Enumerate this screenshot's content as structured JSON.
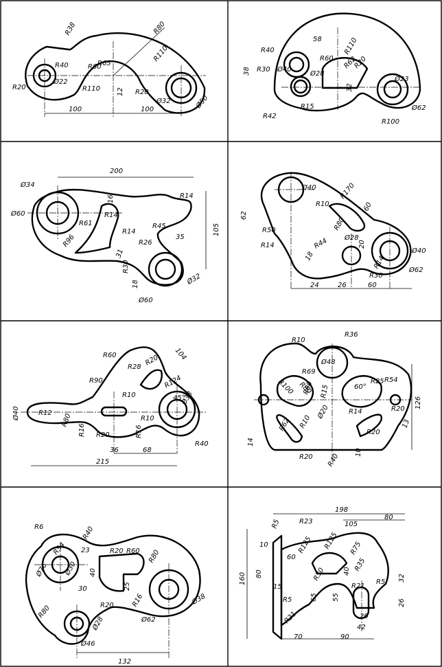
{
  "panels": [
    {
      "id": "p1",
      "labels": [
        "R38",
        "R80",
        "R40",
        "R65",
        "R60",
        "R110",
        "Ø22",
        "R110",
        "R20",
        "R20",
        "12",
        "Ø32",
        "Ø50",
        "100",
        "100"
      ]
    },
    {
      "id": "p2",
      "labels": [
        "58",
        "R110",
        "R40",
        "R60",
        "R62",
        "R30",
        "Ø40",
        "R20",
        "38",
        "Ø28",
        "Ø23",
        "32",
        "R15",
        "R42",
        "R100",
        "Ø62"
      ]
    },
    {
      "id": "p3",
      "labels": [
        "200",
        "Ø34",
        "R14",
        "16",
        "Ø60",
        "R61",
        "R14",
        "R45",
        "R14",
        "R96",
        "R26",
        "35",
        "105",
        "31",
        "R30",
        "18",
        "Ø32",
        "Ø60"
      ]
    },
    {
      "id": "p4",
      "labels": [
        "Ø40",
        "R170",
        "60",
        "R10",
        "R80",
        "62",
        "R50",
        "Ø28",
        "R14",
        "R44",
        "18",
        "20",
        "Ø40",
        "R30",
        "R14",
        "Ø62",
        "24",
        "26",
        "60"
      ]
    },
    {
      "id": "p5",
      "labels": [
        "104",
        "R60",
        "R28",
        "R20",
        "R90",
        "R124",
        "R10",
        "45°",
        "Ø38",
        "Ø40",
        "R12",
        "R80",
        "R16",
        "R10",
        "R16",
        "R20",
        "R40",
        "36",
        "68",
        "215"
      ]
    },
    {
      "id": "p6",
      "labels": [
        "R10",
        "R36",
        "Ø48",
        "R69",
        "R100",
        "R80",
        "R60",
        "R15",
        "60°",
        "R54",
        "R25",
        "R20",
        "R14",
        "126",
        "R62",
        "R10",
        "R20",
        "Ø20",
        "13",
        "14",
        "R20",
        "R40",
        "10"
      ]
    },
    {
      "id": "p7",
      "labels": [
        "R6",
        "R40",
        "R54",
        "Ø76",
        "Ø30",
        "23",
        "R20",
        "R60",
        "R80",
        "40",
        "25",
        "30",
        "R80",
        "R20",
        "R16",
        "Ø38",
        "Ø28",
        "Ø46",
        "Ø62",
        "132"
      ]
    },
    {
      "id": "p8",
      "labels": [
        "198",
        "80",
        "R23",
        "105",
        "R5",
        "10",
        "R125",
        "R125",
        "R75",
        "60",
        "R30",
        "R35",
        "80",
        "160",
        "15",
        "40",
        "32",
        "R21",
        "R5",
        "R5",
        "65",
        "55",
        "20",
        "42",
        "R21",
        "26",
        "70",
        "90"
      ]
    }
  ]
}
